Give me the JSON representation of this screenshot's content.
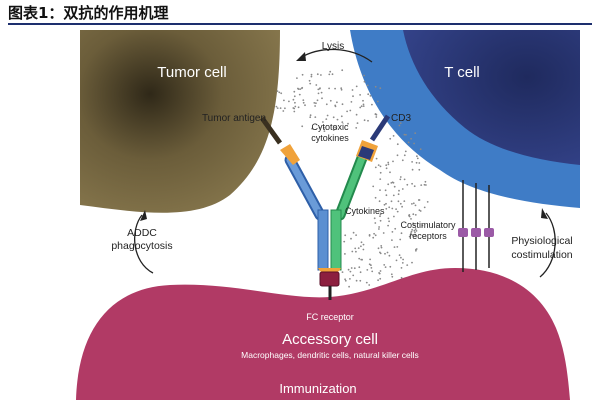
{
  "header": {
    "title": "图表1：双抗的作用机理"
  },
  "diagram": {
    "tumor_cell": "Tumor cell",
    "t_cell": "T cell",
    "lysis": "Lysis",
    "tumor_antigen": "Tumor antigen",
    "cd3": "CD3",
    "cytotoxic_cytokines": [
      "Cytotoxic",
      "cytokines"
    ],
    "cytokines": "Cytokines",
    "costimulatory_receptors": [
      "Costimulatory",
      "receptors"
    ],
    "addc": [
      "ADDC",
      "phagocytosis"
    ],
    "physiological": [
      "Physiological",
      "costimulation"
    ],
    "fc_receptor": "FC receptor",
    "accessory_cell": "Accessory cell",
    "accessory_subtitle": "Macrophages, dendritic cells, natural killer cells",
    "immunization": "Immunization"
  },
  "colors": {
    "tumor_fill": "#7d6d44",
    "tumor_dark": "#3a3020",
    "tcell_ring": "#3f7cc6",
    "tcell_inner": "#2b3a78",
    "accessory": "#b13a65",
    "arm_blue": "#5b8fd1",
    "arm_green": "#3db36a",
    "orange": "#f0a23a",
    "receptor_purple": "#9b5aa6"
  }
}
